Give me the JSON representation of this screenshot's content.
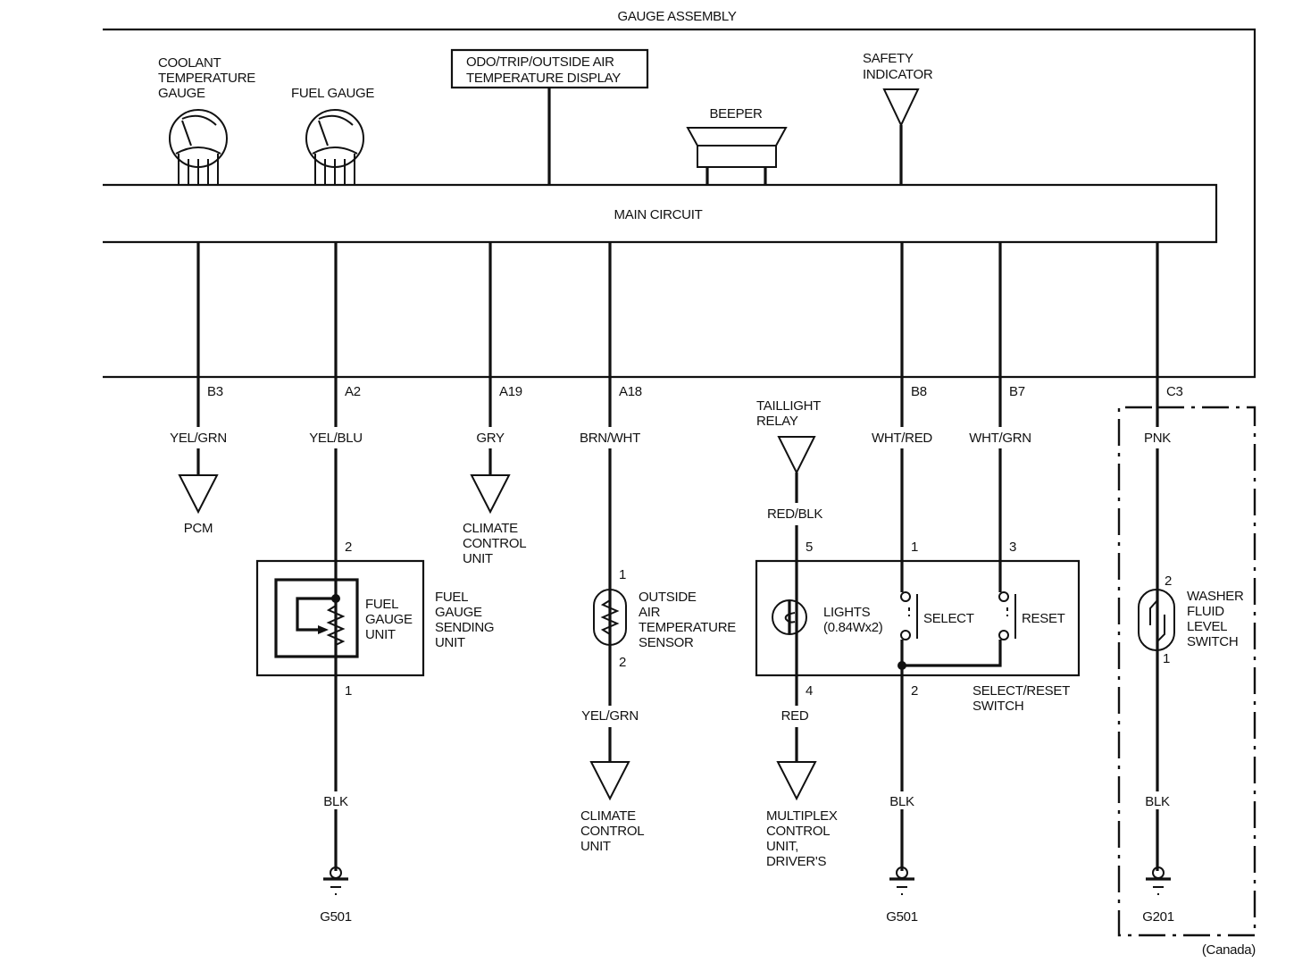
{
  "title": "GAUGE ASSEMBLY",
  "main_circuit": "MAIN CIRCUIT",
  "assembly_components": {
    "coolant_gauge": [
      "COOLANT",
      "TEMPERATURE",
      "GAUGE"
    ],
    "fuel_gauge": [
      "FUEL GAUGE"
    ],
    "display": [
      "ODO/TRIP/OUTSIDE AIR",
      "TEMPERATURE DISPLAY"
    ],
    "beeper": [
      "BEEPER"
    ],
    "safety_indicator": [
      "SAFETY",
      "INDICATOR"
    ]
  },
  "terminals": [
    {
      "pin": "B3",
      "wire": "YEL/GRN"
    },
    {
      "pin": "A2",
      "wire": "YEL/BLU"
    },
    {
      "pin": "A19",
      "wire": "GRY"
    },
    {
      "pin": "A18",
      "wire": "BRN/WHT"
    },
    {
      "pin": "B8",
      "wire": "WHT/RED"
    },
    {
      "pin": "B7",
      "wire": "WHT/GRN"
    },
    {
      "pin": "C3",
      "wire": "PNK"
    }
  ],
  "destinations": {
    "pcm": [
      "PCM"
    ],
    "climate_top": [
      "CLIMATE",
      "CONTROL",
      "UNIT"
    ],
    "climate_bottom": [
      "CLIMATE",
      "CONTROL",
      "UNIT"
    ],
    "taillight_relay": [
      "TAILLIGHT",
      "RELAY"
    ],
    "multiplex": [
      "MULTIPLEX",
      "CONTROL",
      "UNIT,",
      "DRIVER'S"
    ]
  },
  "fuel_sender": {
    "inner_label": [
      "FUEL",
      "GAUGE",
      "UNIT"
    ],
    "outer_label": [
      "FUEL",
      "GAUGE",
      "SENDING",
      "UNIT"
    ],
    "pin_top": "2",
    "pin_bottom": "1",
    "ground_wire": "BLK",
    "ground": "G501"
  },
  "oat_sensor": {
    "label": [
      "OUTSIDE",
      "AIR",
      "TEMPERATURE",
      "SENSOR"
    ],
    "pin_top": "1",
    "pin_bottom": "2",
    "out_wire": "YEL/GRN"
  },
  "select_reset": {
    "relay_wire": "RED/BLK",
    "pins": {
      "p5": "5",
      "p1": "1",
      "p3": "3",
      "p4": "4",
      "p2": "2"
    },
    "lights_label": [
      "LIGHTS",
      "(0.84Wx2)"
    ],
    "select_label": "SELECT",
    "reset_label": "RESET",
    "switch_label": [
      "SELECT/RESET",
      "SWITCH"
    ],
    "out_wire": "RED",
    "ground_wire": "BLK",
    "ground": "G501"
  },
  "washer": {
    "label": [
      "WASHER",
      "FLUID",
      "LEVEL",
      "SWITCH"
    ],
    "pin_top": "2",
    "pin_bottom": "1",
    "ground_wire": "BLK",
    "ground": "G201",
    "region_note": "(Canada)"
  }
}
